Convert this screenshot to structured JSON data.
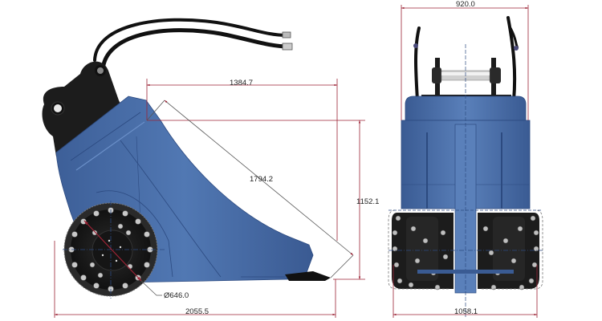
{
  "drawing": {
    "subject": "Excavator drum cutter attachment — side and front views",
    "colors": {
      "body_blue": "#4a6fa8",
      "body_blue_dark": "#2f4f86",
      "bracket_black": "#1c1c1c",
      "dimension_line": "#9b2335",
      "background": "#ffffff"
    },
    "side_view": {
      "dimensions": {
        "top_width": "1384.7",
        "diagonal_length": "1794.2",
        "height": "1152.1",
        "drum_diameter": "Ø646.0",
        "overall_length": "2055.5"
      }
    },
    "front_view": {
      "dimensions": {
        "top_width": "920.0",
        "overall_width": "1058.1"
      }
    }
  }
}
